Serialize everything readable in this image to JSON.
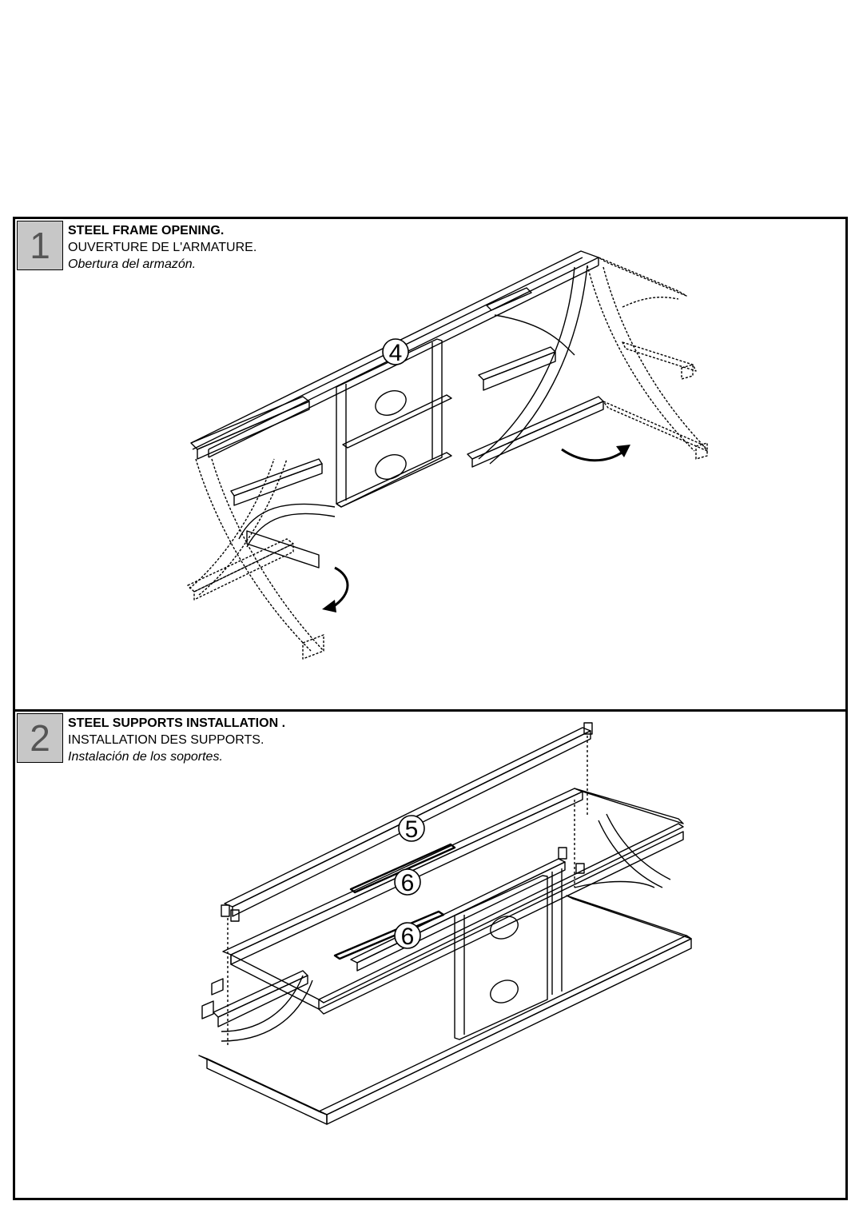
{
  "steps": [
    {
      "number": "1",
      "title_en": "STEEL FRAME OPENING.",
      "title_fr": "OUVERTURE DE L'ARMATURE.",
      "title_es": "Obertura del armazón.",
      "callouts": [
        "4"
      ]
    },
    {
      "number": "2",
      "title_en": "STEEL SUPPORTS INSTALLATION .",
      "title_fr": "INSTALLATION DES SUPPORTS.",
      "title_es": "Instalación de los soportes.",
      "callouts": [
        "5",
        "6",
        "6"
      ]
    }
  ]
}
